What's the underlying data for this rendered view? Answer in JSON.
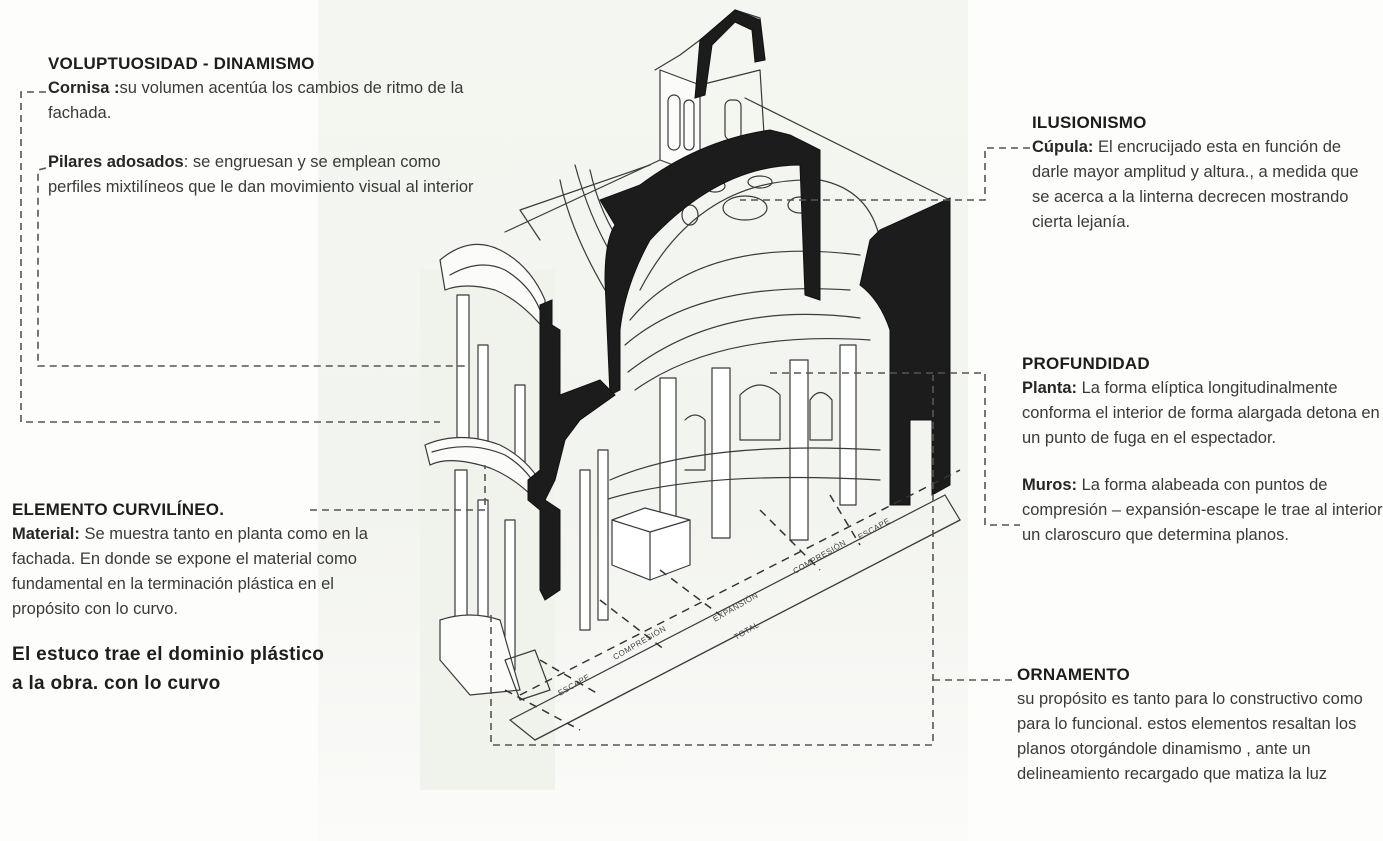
{
  "diagram": {
    "subject": "Isometric section of an elliptical baroque church",
    "annotations": {
      "voluptuosidad": {
        "title": "VOLUPTUOSIDAD - DINAMISMO",
        "items": [
          {
            "term": "Cornisa :",
            "text": "su volumen acentúa los cambios de ritmo de la fachada."
          },
          {
            "term": "Pilares adosados",
            "text": ":  se engruesan  y se emplean como  perfiles mixtilíneos que le dan movimiento visual al interior"
          }
        ]
      },
      "ilusionismo": {
        "title": "ILUSIONISMO",
        "items": [
          {
            "term": "Cúpula:",
            "text": " El encrucijado esta en función de darle mayor amplitud y altura., a medida que se acerca a la linterna decrecen mostrando cierta lejanía."
          }
        ]
      },
      "profundidad": {
        "title": "PROFUNDIDAD",
        "items": [
          {
            "term": "Planta:",
            "text": "  La forma elíptica longitudinalmente conforma el interior de forma alargada detona en un punto de fuga en el espectador."
          },
          {
            "term": "Muros:",
            "text": " La forma alabeada con puntos de compresión – expansión-escape le trae al interior un claroscuro que determina planos."
          }
        ]
      },
      "elemento_curvilineo": {
        "title": "ELEMENTO CURVILÍNEO.",
        "items": [
          {
            "term": "Material:",
            "text": " Se muestra tanto en planta como en la fachada. En donde se expone el material como fundamental en la terminación plástica en el propósito con lo curvo."
          }
        ],
        "closing": "El estuco trae el dominio plástico a la obra. con lo curvo"
      },
      "ornamento": {
        "title": "ORNAMENTO",
        "text": "su propósito es tanto para lo constructivo como para lo funcional. estos elementos resaltan los planos otorgándole dinamismo , ante un delineamiento recargado que matiza la luz"
      }
    },
    "plan_dimension_labels": [
      "ESCAPE",
      "COMPRESIÓN",
      "EXPANSIÓN",
      "COMPRESIÓN",
      "ESCAPE",
      "TOTAL"
    ],
    "colors": {
      "ink": "#2b2b2b",
      "solid_section": "#1c1c1c",
      "leader_line": "#555555",
      "paper": "#fdfdfb",
      "panel": "#f2f4ef"
    }
  }
}
